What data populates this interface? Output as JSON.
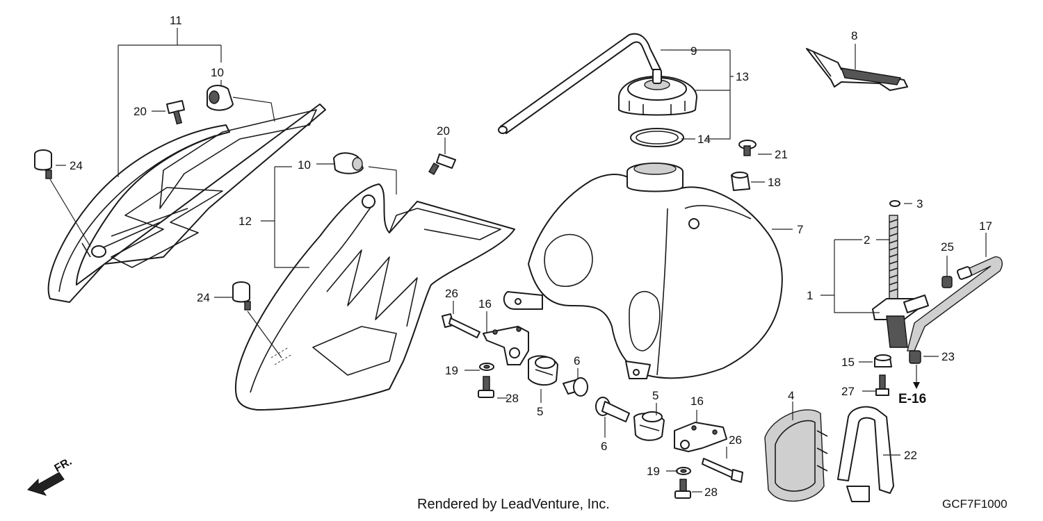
{
  "callouts": [
    "1",
    "2",
    "3",
    "4",
    "5",
    "5",
    "6",
    "6",
    "7",
    "8",
    "9",
    "10",
    "10",
    "11",
    "12",
    "13",
    "14",
    "15",
    "16",
    "16",
    "17",
    "18",
    "19",
    "19",
    "20",
    "20",
    "21",
    "22",
    "23",
    "24",
    "24",
    "25",
    "26",
    "26",
    "27",
    "28",
    "28"
  ],
  "reference_label": "E-16",
  "front_label": "FR.",
  "footer_text": "Rendered by LeadVenture, Inc.",
  "diagram_code": "GCF7F1000"
}
